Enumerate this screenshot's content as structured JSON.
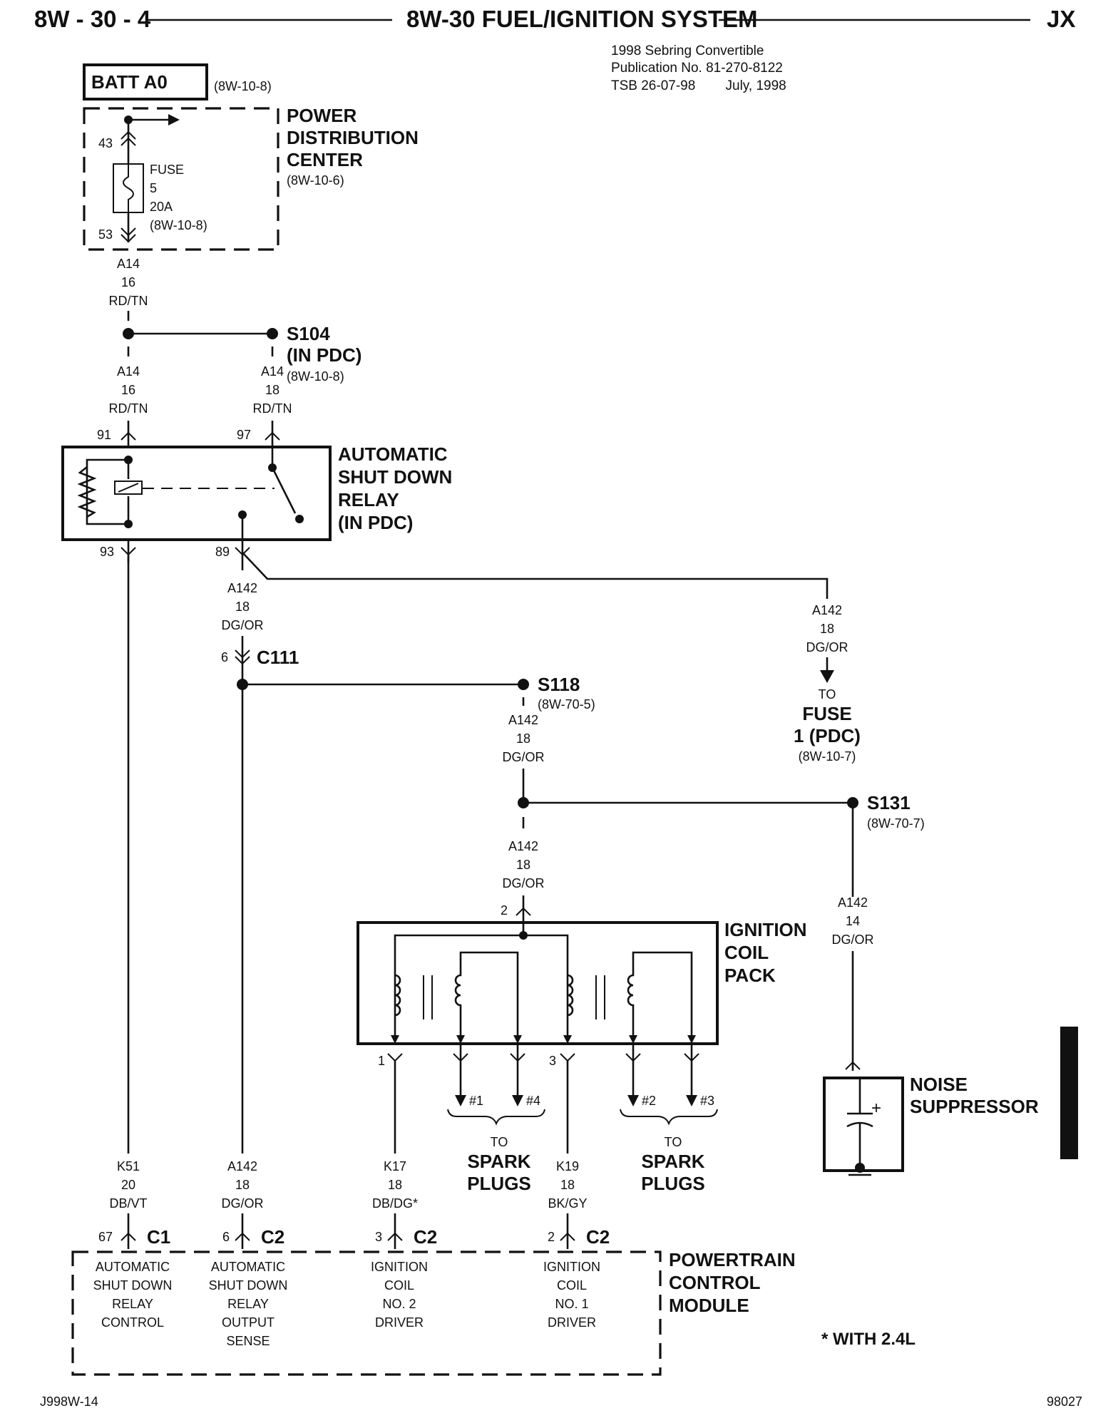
{
  "header": {
    "page": "8W - 30 - 4",
    "title": "8W-30 FUEL/IGNITION SYSTEM",
    "model_code": "JX",
    "publication_lines": [
      "1998 Sebring Convertible",
      "Publication No. 81-270-8122",
      "TSB 26-07-98        July, 1998"
    ]
  },
  "power_source": {
    "label": "BATT A0",
    "ref": "(8W-10-8)"
  },
  "pdc": {
    "title_lines": [
      "POWER",
      "DISTRIBUTION",
      "CENTER"
    ],
    "ref": "(8W-10-6)",
    "pin_in": "43",
    "pin_out": "53",
    "fuse_lines": [
      "FUSE",
      "5",
      "20A",
      "(8W-10-8)"
    ]
  },
  "wire_pdc_out": [
    "A14",
    "16",
    "RD/TN"
  ],
  "splice_s104": {
    "name": "S104",
    "sub": "(IN PDC)",
    "ref": "(8W-10-8)"
  },
  "wire_to_91": [
    "A14",
    "16",
    "RD/TN"
  ],
  "wire_to_97": [
    "A14",
    "18",
    "RD/TN"
  ],
  "asd_relay": {
    "title_lines": [
      "AUTOMATIC",
      "SHUT DOWN",
      "RELAY",
      "(IN PDC)"
    ],
    "pins": {
      "p91": "91",
      "p97": "97",
      "p93": "93",
      "p89": "89"
    }
  },
  "wire_to_fuse": [
    "A142",
    "18",
    "DG/OR"
  ],
  "fuse_dest": {
    "to": "TO",
    "lines": [
      "FUSE",
      "1 (PDC)"
    ],
    "ref": "(8W-10-7)"
  },
  "wire_89_down": [
    "A142",
    "18",
    "DG/OR"
  ],
  "connector_c111": {
    "pin": "6",
    "name": "C111"
  },
  "splice_s118": {
    "name": "S118",
    "ref": "(8W-70-5)",
    "wire": [
      "A142",
      "18",
      "DG/OR"
    ]
  },
  "splice_s131": {
    "name": "S131",
    "ref": "(8W-70-7)"
  },
  "wire_to_coil": [
    "A142",
    "18",
    "DG/OR"
  ],
  "wire_to_suppressor": [
    "A142",
    "14",
    "DG/OR"
  ],
  "coil_pack": {
    "title_lines": [
      "IGNITION",
      "COIL",
      "PACK"
    ],
    "pin_feed": "2",
    "pin_left": "1",
    "pin_right": "3",
    "plugs_left": [
      "#1",
      "#4"
    ],
    "plugs_right": [
      "#2",
      "#3"
    ],
    "to_label": "TO",
    "spark_lines": [
      "SPARK",
      "PLUGS"
    ]
  },
  "noise_suppressor": {
    "title_lines": [
      "NOISE",
      "SUPPRESSOR"
    ]
  },
  "pcm_wires": [
    {
      "lines": [
        "K51",
        "20",
        "DB/VT"
      ],
      "pin": "67",
      "conn": "C1",
      "func": [
        "AUTOMATIC",
        "SHUT DOWN",
        "RELAY",
        "CONTROL"
      ]
    },
    {
      "lines": [
        "A142",
        "18",
        "DG/OR"
      ],
      "pin": "6",
      "conn": "C2",
      "func": [
        "AUTOMATIC",
        "SHUT DOWN",
        "RELAY",
        "OUTPUT",
        "SENSE"
      ]
    },
    {
      "lines": [
        "K17",
        "18",
        "DB/DG*"
      ],
      "pin": "3",
      "conn": "C2",
      "func": [
        "IGNITION",
        "COIL",
        "NO. 2",
        "DRIVER"
      ]
    },
    {
      "lines": [
        "K19",
        "18",
        "BK/GY"
      ],
      "pin": "2",
      "conn": "C2",
      "func": [
        "IGNITION",
        "COIL",
        "NO. 1",
        "DRIVER"
      ]
    }
  ],
  "pcm": {
    "title_lines": [
      "POWERTRAIN",
      "CONTROL",
      "MODULE"
    ]
  },
  "footnote": "* WITH 2.4L",
  "footer": {
    "left": "J998W-14",
    "right": "98027"
  }
}
